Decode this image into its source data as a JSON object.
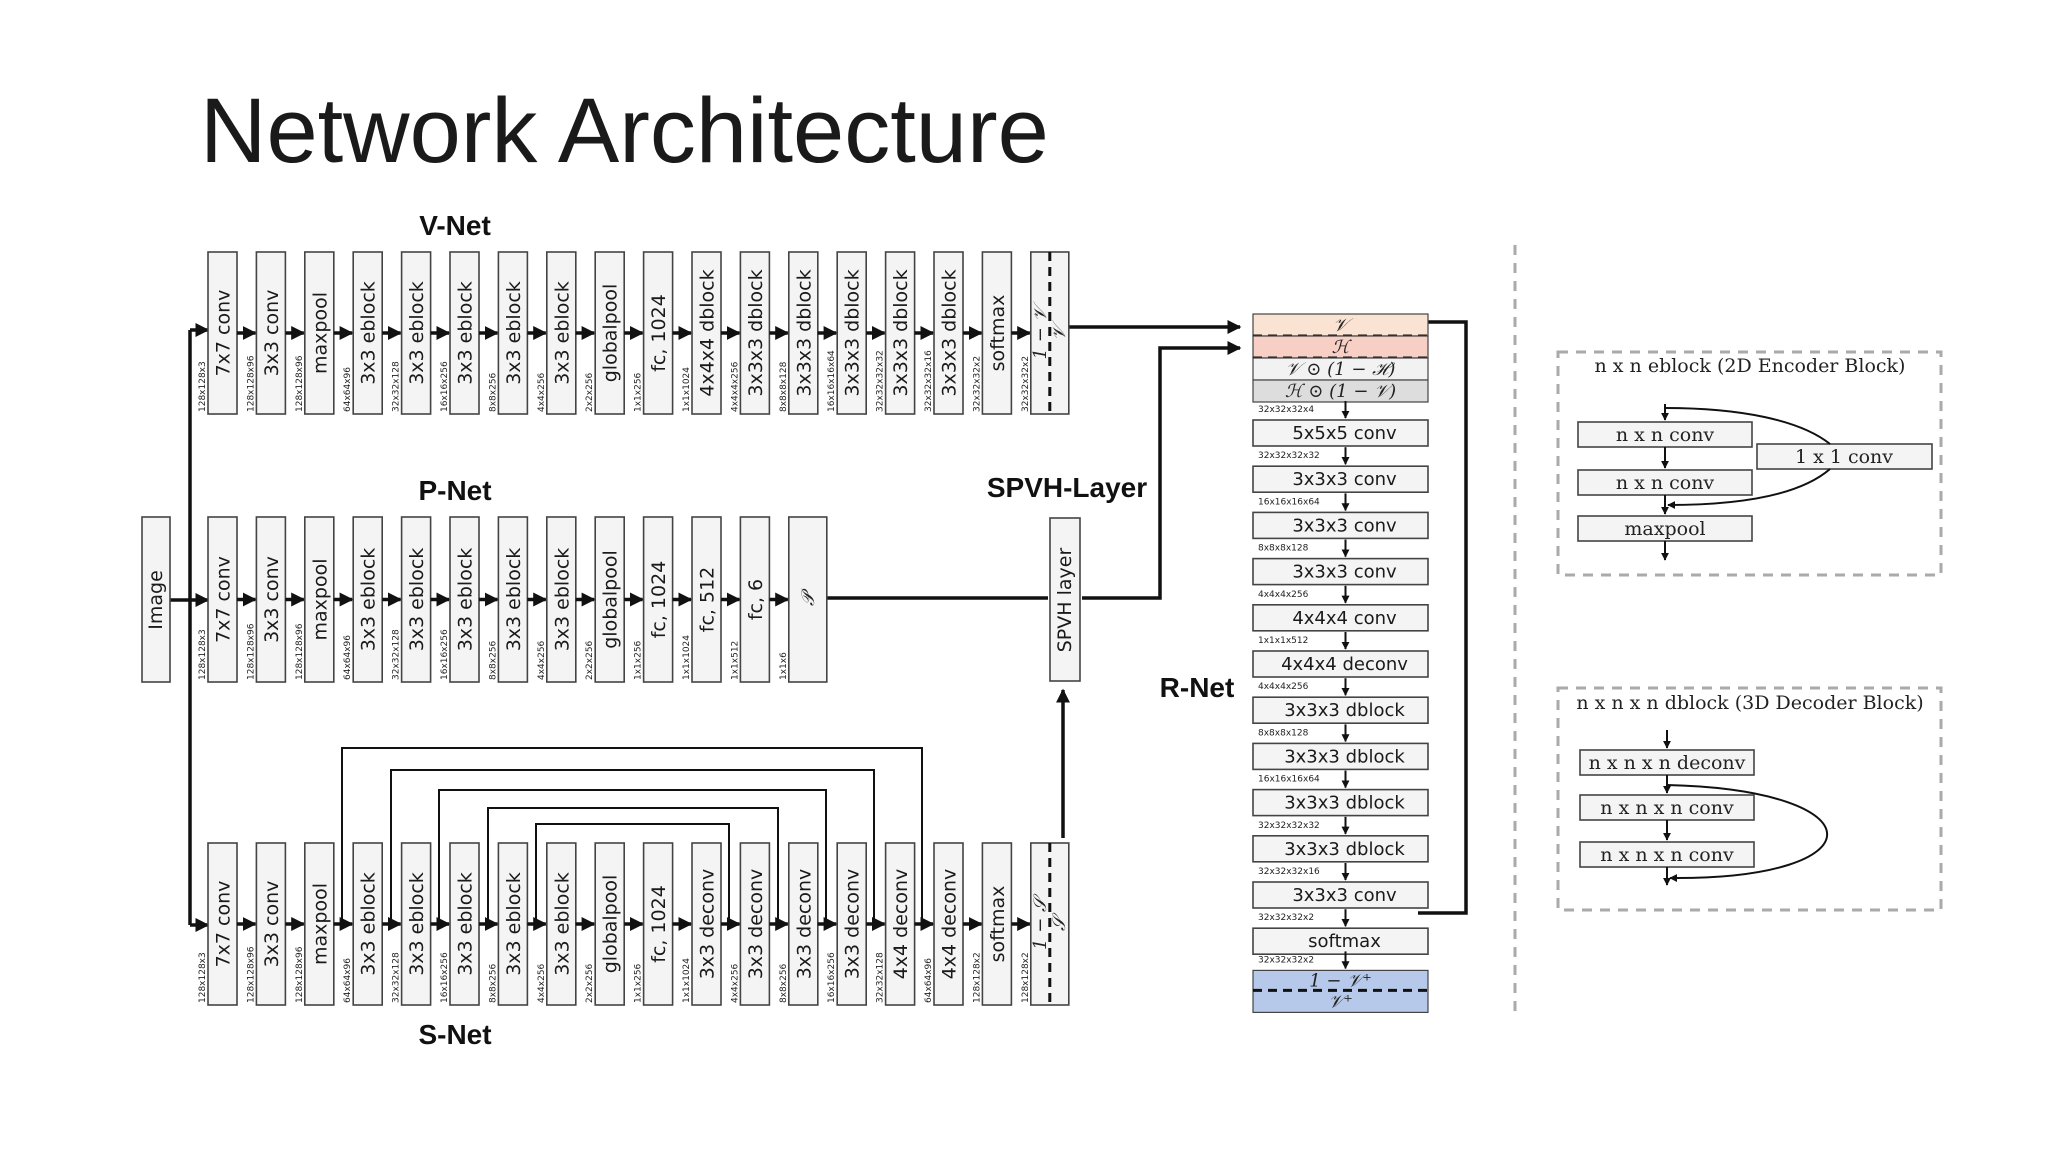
{
  "slide_title": "Network Architecture",
  "nets": {
    "v_net": {
      "label": "V-Net",
      "blocks": [
        {
          "label": "7x7 conv",
          "dim": "128x128x3"
        },
        {
          "label": "3x3 conv",
          "dim": "128x128x96"
        },
        {
          "label": "maxpool",
          "dim": "128x128x96"
        },
        {
          "label": "3x3 eblock",
          "dim": "64x64x96"
        },
        {
          "label": "3x3 eblock",
          "dim": "32x32x128"
        },
        {
          "label": "3x3 eblock",
          "dim": "16x16x256"
        },
        {
          "label": "3x3 eblock",
          "dim": "8x8x256"
        },
        {
          "label": "3x3 eblock",
          "dim": "4x4x256"
        },
        {
          "label": "globalpool",
          "dim": "2x2x256"
        },
        {
          "label": "fc, 1024",
          "dim": "1x1x256"
        },
        {
          "label": "4x4x4 dblock",
          "dim": "1x1x1024"
        },
        {
          "label": "3x3x3 dblock",
          "dim": "4x4x4x256"
        },
        {
          "label": "3x3x3 dblock",
          "dim": "8x8x8x128"
        },
        {
          "label": "3x3x3 dblock",
          "dim": "16x16x16x64"
        },
        {
          "label": "3x3x3 dblock",
          "dim": "32x32x32x32"
        },
        {
          "label": "3x3x3 dblock",
          "dim": "32x32x32x16"
        },
        {
          "label": "softmax",
          "dim": "32x32x32x2"
        },
        {
          "label": "",
          "dim": "32x32x32x2"
        }
      ],
      "output_top": "1 − 𝒱",
      "output_bottom": "𝒱",
      "output_color": "#fbe3d3"
    },
    "p_net": {
      "label": "P-Net",
      "input": "Image",
      "blocks": [
        {
          "label": "7x7 conv",
          "dim": "128x128x3"
        },
        {
          "label": "3x3 conv",
          "dim": "128x128x96"
        },
        {
          "label": "maxpool",
          "dim": "128x128x96"
        },
        {
          "label": "3x3 eblock",
          "dim": "64x64x96"
        },
        {
          "label": "3x3 eblock",
          "dim": "32x32x128"
        },
        {
          "label": "3x3 eblock",
          "dim": "16x16x256"
        },
        {
          "label": "3x3 eblock",
          "dim": "8x8x256"
        },
        {
          "label": "3x3 eblock",
          "dim": "4x4x256"
        },
        {
          "label": "globalpool",
          "dim": "2x2x256"
        },
        {
          "label": "fc, 1024",
          "dim": "1x1x256"
        },
        {
          "label": "fc, 512",
          "dim": "1x1x1024"
        },
        {
          "label": "fc, 6",
          "dim": "1x1x512"
        },
        {
          "label": "",
          "dim": "1x1x6"
        }
      ],
      "output": "𝒫",
      "output_color": "#dff0d5"
    },
    "s_net": {
      "label": "S-Net",
      "blocks": [
        {
          "label": "7x7 conv",
          "dim": "128x128x3"
        },
        {
          "label": "3x3 conv",
          "dim": "128x128x96"
        },
        {
          "label": "maxpool",
          "dim": "128x128x96"
        },
        {
          "label": "3x3 eblock",
          "dim": "64x64x96"
        },
        {
          "label": "3x3 eblock",
          "dim": "32x32x128"
        },
        {
          "label": "3x3 eblock",
          "dim": "16x16x256"
        },
        {
          "label": "3x3 eblock",
          "dim": "8x8x256"
        },
        {
          "label": "3x3 eblock",
          "dim": "4x4x256"
        },
        {
          "label": "globalpool",
          "dim": "2x2x256"
        },
        {
          "label": "fc, 1024",
          "dim": "1x1x256"
        },
        {
          "label": "3x3 deconv",
          "dim": "1x1x1024"
        },
        {
          "label": "3x3 deconv",
          "dim": "4x4x256"
        },
        {
          "label": "3x3 deconv",
          "dim": "8x8x256"
        },
        {
          "label": "3x3 deconv",
          "dim": "16x16x256"
        },
        {
          "label": "4x4 deconv",
          "dim": "32x32x128"
        },
        {
          "label": "4x4 deconv",
          "dim": "64x64x96"
        },
        {
          "label": "softmax",
          "dim": "128x128x2"
        },
        {
          "label": "",
          "dim": "128x128x2"
        }
      ],
      "output_top": "1 − 𝒮",
      "output_bottom": "𝒮",
      "output_color": "#fdf0c6"
    },
    "spvh": {
      "label": "SPVH-Layer",
      "block": "SPVH layer"
    },
    "r_net": {
      "label": "R-Net",
      "input_rows": [
        {
          "text": "𝒱",
          "color": "#fbe3d3"
        },
        {
          "text": "ℋ",
          "color": "#f7cfc4"
        },
        {
          "text": "𝒱 ⊙ (1 − ℋ)",
          "color": "#f2f2f2"
        },
        {
          "text": "ℋ ⊙ (1 − 𝒱)",
          "color": "#dddddd"
        }
      ],
      "blocks": [
        {
          "dim": "32x32x32x4",
          "label": "5x5x5 conv"
        },
        {
          "dim": "32x32x32x32",
          "label": "3x3x3 conv"
        },
        {
          "dim": "16x16x16x64",
          "label": "3x3x3 conv"
        },
        {
          "dim": "8x8x8x128",
          "label": "3x3x3 conv"
        },
        {
          "dim": "4x4x4x256",
          "label": "4x4x4 conv"
        },
        {
          "dim": "1x1x1x512",
          "label": "4x4x4 deconv"
        },
        {
          "dim": "4x4x4x256",
          "label": "3x3x3 dblock"
        },
        {
          "dim": "8x8x8x128",
          "label": "3x3x3 dblock"
        },
        {
          "dim": "16x16x16x64",
          "label": "3x3x3 dblock"
        },
        {
          "dim": "32x32x32x32",
          "label": "3x3x3 dblock"
        },
        {
          "dim": "32x32x32x16",
          "label": "3x3x3 conv"
        },
        {
          "dim": "32x32x32x2",
          "label": "softmax"
        }
      ],
      "output_dim": "32x32x32x2",
      "output_top": "1 − 𝒱⁺",
      "output_bottom": "𝒱⁺",
      "output_color": "#b7c9ea"
    }
  },
  "legend": {
    "eblock": {
      "title": "n x n eblock (2D Encoder Block)",
      "rows": [
        "n x n conv",
        "n x n conv",
        "maxpool"
      ],
      "side": "1 x 1 conv"
    },
    "dblock": {
      "title": "n x n x n dblock (3D Decoder Block)",
      "rows": [
        "n x n x n deconv",
        "n x n x n conv",
        "n x n x n conv"
      ]
    }
  }
}
